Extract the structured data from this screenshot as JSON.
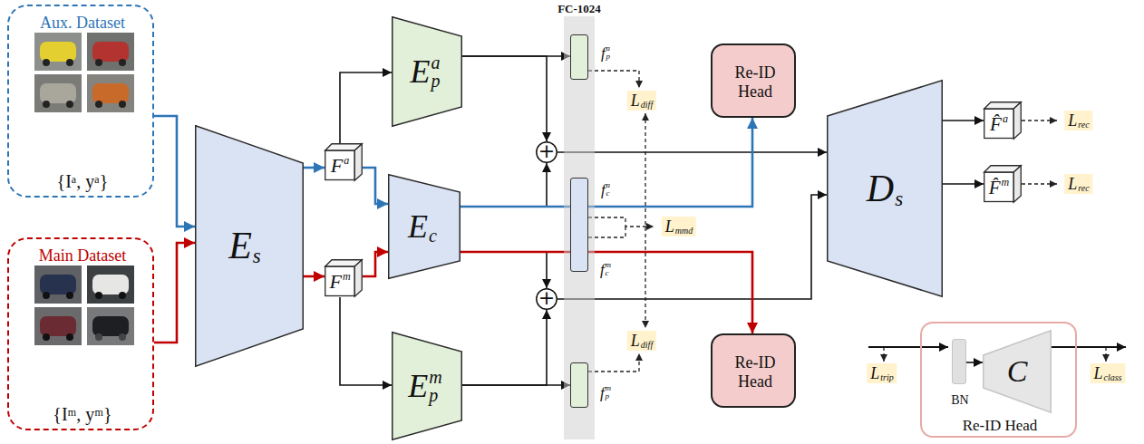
{
  "diagram": {
    "nodes": [
      {
        "text": [
          "Aux. Dataset",
          "{Iᵃ, yᵃ}"
        ]
      },
      {
        "text": [
          "Main Dataset",
          "{Iᵐ, yᵐ}"
        ]
      },
      {
        "text": [
          "E",
          "s"
        ]
      },
      {
        "text": [
          "F",
          "a"
        ]
      },
      {
        "text": [
          "F",
          "m"
        ]
      },
      {
        "text": [
          "E",
          "a",
          "p"
        ]
      },
      {
        "text": [
          "E",
          "c"
        ]
      },
      {
        "text": [
          "E",
          "m",
          "p"
        ]
      },
      {
        "text": [
          "FC-1024"
        ]
      },
      {
        "text": [
          "f",
          "a",
          "p"
        ],
        "in": 8
      },
      {
        "text": [
          "f",
          "a",
          "c",
          "f",
          "m",
          "c"
        ],
        "in": 8
      },
      {
        "text": [
          "f",
          "m",
          "p"
        ],
        "in": 8
      },
      {
        "text": [
          "+"
        ]
      },
      {
        "text": [
          "+"
        ]
      },
      {
        "text": [
          "Re-ID Head"
        ]
      },
      {
        "text": [
          "Re-ID Head"
        ]
      },
      {
        "text": [
          "D",
          "s"
        ]
      },
      {
        "text": [
          "F̂",
          "a"
        ]
      },
      {
        "text": [
          "F̂",
          "m"
        ]
      },
      {
        "text": [
          "Re-ID Head"
        ]
      },
      {
        "text": [
          "BN"
        ],
        "in": 19
      },
      {
        "text": [
          "C"
        ],
        "in": 19
      }
    ],
    "edges": [
      {
        "from": 0,
        "to": 2,
        "arrow": "to"
      },
      {
        "from": 1,
        "to": 2,
        "arrow": "to"
      },
      {
        "from": 2,
        "to": 3,
        "arrow": "to"
      },
      {
        "from": 2,
        "to": 4,
        "arrow": "to"
      },
      {
        "from": 3,
        "to": 5,
        "arrow": "to"
      },
      {
        "from": 3,
        "to": 6,
        "arrow": "to"
      },
      {
        "from": 4,
        "to": 6,
        "arrow": "to"
      },
      {
        "from": 4,
        "to": 7,
        "arrow": "to"
      },
      {
        "from": 5,
        "to": 9,
        "arrow": "to"
      },
      {
        "from": 5,
        "to": 12,
        "arrow": "to"
      },
      {
        "from": 6,
        "to": 10,
        "arrow": "none"
      },
      {
        "from": 6,
        "to": 10,
        "arrow": "none"
      },
      {
        "from": 6,
        "to": 12,
        "arrow": "to"
      },
      {
        "from": 6,
        "to": 13,
        "arrow": "to"
      },
      {
        "from": 7,
        "to": 11,
        "arrow": "to"
      },
      {
        "from": 7,
        "to": 13,
        "arrow": "to"
      },
      {
        "from": 12,
        "to": 16,
        "arrow": "to"
      },
      {
        "from": 13,
        "to": 16,
        "arrow": "to"
      },
      {
        "from": 10,
        "to": 14,
        "arrow": "to"
      },
      {
        "from": 10,
        "to": 15,
        "arrow": "to"
      },
      {
        "from": 16,
        "to": 17,
        "arrow": "to"
      },
      {
        "from": 16,
        "to": 18,
        "arrow": "to"
      },
      {
        "from": 20,
        "to": 21,
        "arrow": "to"
      }
    ],
    "labels": [
      "L",
      "diff",
      "L",
      "mmd",
      "L",
      "diff",
      "L",
      "rec",
      "L",
      "rec",
      "L",
      "trip",
      "L",
      "class"
    ]
  }
}
